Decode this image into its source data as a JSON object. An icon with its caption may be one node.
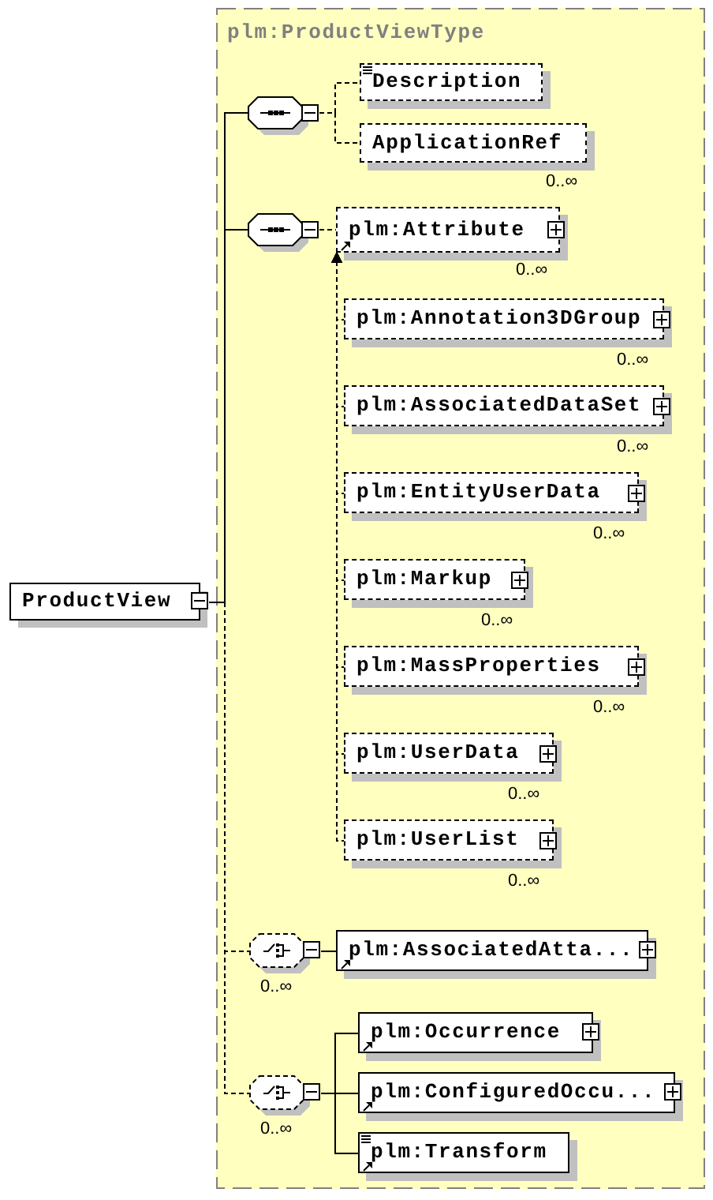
{
  "diagram": {
    "nodes": [
      {
        "text": [
          "ProductView"
        ]
      },
      {
        "text": [
          "plm:ProductViewType"
        ]
      },
      {
        "text": [],
        "shape": "octagon",
        "in": 1
      },
      {
        "text": [
          "Description"
        ],
        "in": 1
      },
      {
        "text": [
          "ApplicationRef"
        ],
        "in": 1,
        "beside": [
          "0..∞"
        ]
      },
      {
        "text": [],
        "shape": "octagon",
        "in": 1
      },
      {
        "text": [
          "plm:Attribute"
        ],
        "in": 1,
        "beside": [
          "0..∞"
        ]
      },
      {
        "text": [
          "plm:Annotation3DGroup"
        ],
        "in": 1,
        "beside": [
          "0..∞"
        ]
      },
      {
        "text": [
          "plm:AssociatedDataSet"
        ],
        "in": 1,
        "beside": [
          "0..∞"
        ]
      },
      {
        "text": [
          "plm:EntityUserData"
        ],
        "in": 1,
        "beside": [
          "0..∞"
        ]
      },
      {
        "text": [
          "plm:Markup"
        ],
        "in": 1,
        "beside": [
          "0..∞"
        ]
      },
      {
        "text": [
          "plm:MassProperties"
        ],
        "in": 1,
        "beside": [
          "0..∞"
        ]
      },
      {
        "text": [
          "plm:UserData"
        ],
        "in": 1,
        "beside": [
          "0..∞"
        ]
      },
      {
        "text": [
          "plm:UserList"
        ],
        "in": 1,
        "beside": [
          "0..∞"
        ]
      },
      {
        "text": [],
        "shape": "octagon",
        "in": 1,
        "beside": [
          "0..∞"
        ]
      },
      {
        "text": [
          "plm:AssociatedAtta..."
        ],
        "in": 1
      },
      {
        "text": [],
        "shape": "octagon",
        "in": 1,
        "beside": [
          "0..∞"
        ]
      },
      {
        "text": [
          "plm:Occurrence"
        ],
        "in": 1
      },
      {
        "text": [
          "plm:ConfiguredOccu..."
        ],
        "in": 1
      },
      {
        "text": [
          "plm:Transform"
        ],
        "in": 1
      }
    ],
    "edges": [
      {
        "from": 0,
        "to": 2,
        "arrow": "none"
      },
      {
        "from": 0,
        "to": 5,
        "arrow": "none"
      },
      {
        "from": 0,
        "to": 14,
        "arrow": "none",
        "style": "dashed"
      },
      {
        "from": 0,
        "to": 16,
        "arrow": "none",
        "style": "dashed"
      },
      {
        "from": 2,
        "to": 3,
        "arrow": "none",
        "style": "dashed"
      },
      {
        "from": 2,
        "to": 4,
        "arrow": "none",
        "style": "dashed"
      },
      {
        "from": 5,
        "to": 6,
        "arrow": "none",
        "style": "dashed"
      },
      {
        "from": 7,
        "to": 6,
        "arrow": "to",
        "style": "dashed"
      },
      {
        "from": 8,
        "to": 6,
        "arrow": "to",
        "style": "dashed"
      },
      {
        "from": 9,
        "to": 6,
        "arrow": "to",
        "style": "dashed"
      },
      {
        "from": 10,
        "to": 6,
        "arrow": "to",
        "style": "dashed"
      },
      {
        "from": 11,
        "to": 6,
        "arrow": "to",
        "style": "dashed"
      },
      {
        "from": 12,
        "to": 6,
        "arrow": "to",
        "style": "dashed"
      },
      {
        "from": 13,
        "to": 6,
        "arrow": "to",
        "style": "dashed"
      },
      {
        "from": 14,
        "to": 15,
        "arrow": "none"
      },
      {
        "from": 16,
        "to": 17,
        "arrow": "none"
      },
      {
        "from": 16,
        "to": 18,
        "arrow": "none"
      },
      {
        "from": 16,
        "to": 19,
        "arrow": "none"
      }
    ]
  }
}
